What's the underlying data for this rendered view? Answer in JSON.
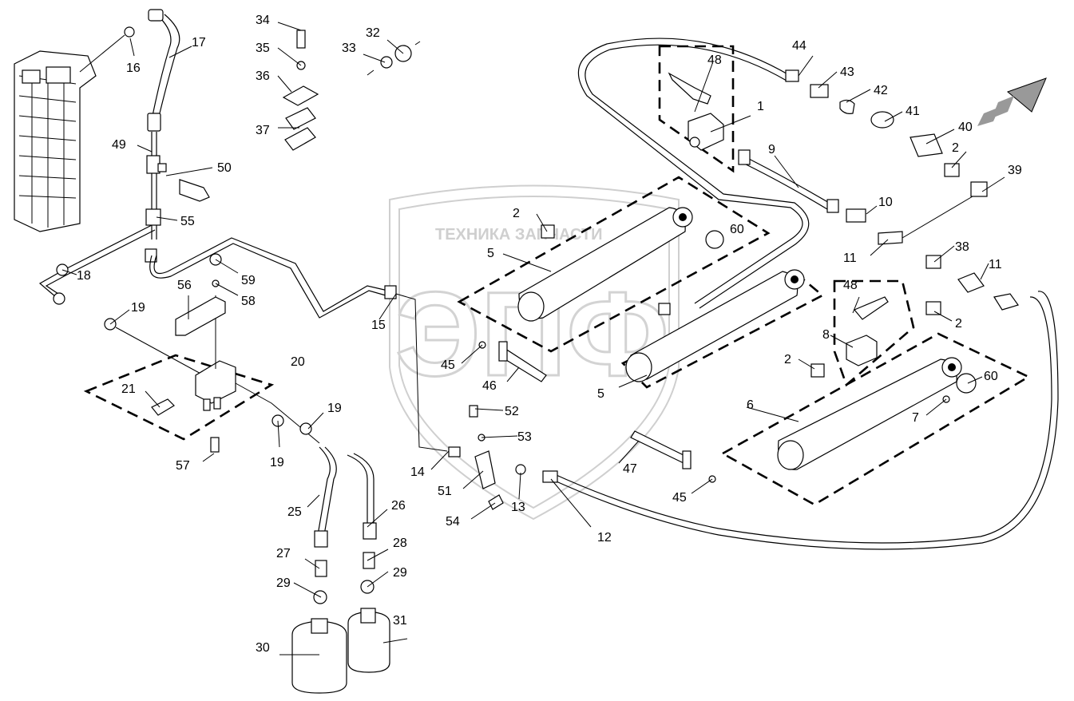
{
  "watermark": {
    "text": "ТЕХНИКА  ЗАПЧАСТИ",
    "logo": "ЭПФ"
  },
  "callouts": [
    "1",
    "2",
    "2",
    "2",
    "2",
    "5",
    "5",
    "6",
    "7",
    "8",
    "9",
    "10",
    "11",
    "11",
    "12",
    "13",
    "14",
    "15",
    "16",
    "17",
    "18",
    "19",
    "19",
    "19",
    "20",
    "21",
    "25",
    "26",
    "27",
    "28",
    "29",
    "29",
    "30",
    "31",
    "32",
    "33",
    "34",
    "35",
    "36",
    "37",
    "38",
    "39",
    "40",
    "41",
    "42",
    "43",
    "44",
    "45",
    "45",
    "46",
    "47",
    "48",
    "48",
    "49",
    "50",
    "51",
    "52",
    "53",
    "54",
    "55",
    "56",
    "57",
    "58",
    "59",
    "60",
    "60"
  ]
}
